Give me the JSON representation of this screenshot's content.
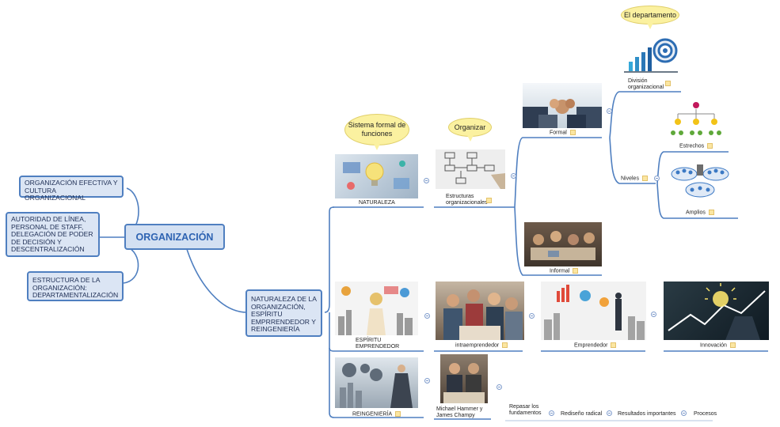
{
  "central": "ORGANIZACIÓN",
  "left_nodes": [
    "ORGANIZACIÓN EFECTIVA Y CULTURA ORGANIZACIONAL",
    "AUTORIDAD DE LÍNEA, PERSONAL DE STAFF, DELEGACIÓN DE PODER DE DECISIÓN Y DESCENTRALIZACIÓN",
    "ESTRUCTURA DE LA ORGANIZACIÓN: DEPARTAMENTALIZACIÓN"
  ],
  "main_branch": "NATURALEZA DE LA ORGANIZACIÓN, ESPÍRITU EMPRRENDEDOR Y REINGENIERÍA",
  "callouts": {
    "sistema": "Sistema formal de funciones",
    "organizar": "Organizar",
    "departamento": "El departamento"
  },
  "topics": {
    "naturaleza": "NATURALEZA",
    "estructuras": "Estructuras organizacionales",
    "formal": "Formal",
    "informal": "Informal",
    "division": "División organizacional",
    "niveles": "Niveles",
    "estrechos": "Estrechos",
    "amplios": "Amplios",
    "espiritu": "ESPÍRITU EMPRENDEDOR",
    "intraemprendedor": "intraemprendedor",
    "emprendedor": "Emprendedor",
    "innovacion": "Innovación",
    "reingenieria": "REINGENIERÍA",
    "hammer": "Michael Hammer y James Champy",
    "repasar": "Repasar los fundamentos",
    "rediseno": "Rediseño radical",
    "resultados": "Resultados importantes",
    "procesos": "Procesos"
  },
  "colors": {
    "line": "#4f7fc0",
    "box_fill": "#dbe5f4",
    "central_text": "#2e63b2",
    "callout": "#fbf1a0"
  }
}
